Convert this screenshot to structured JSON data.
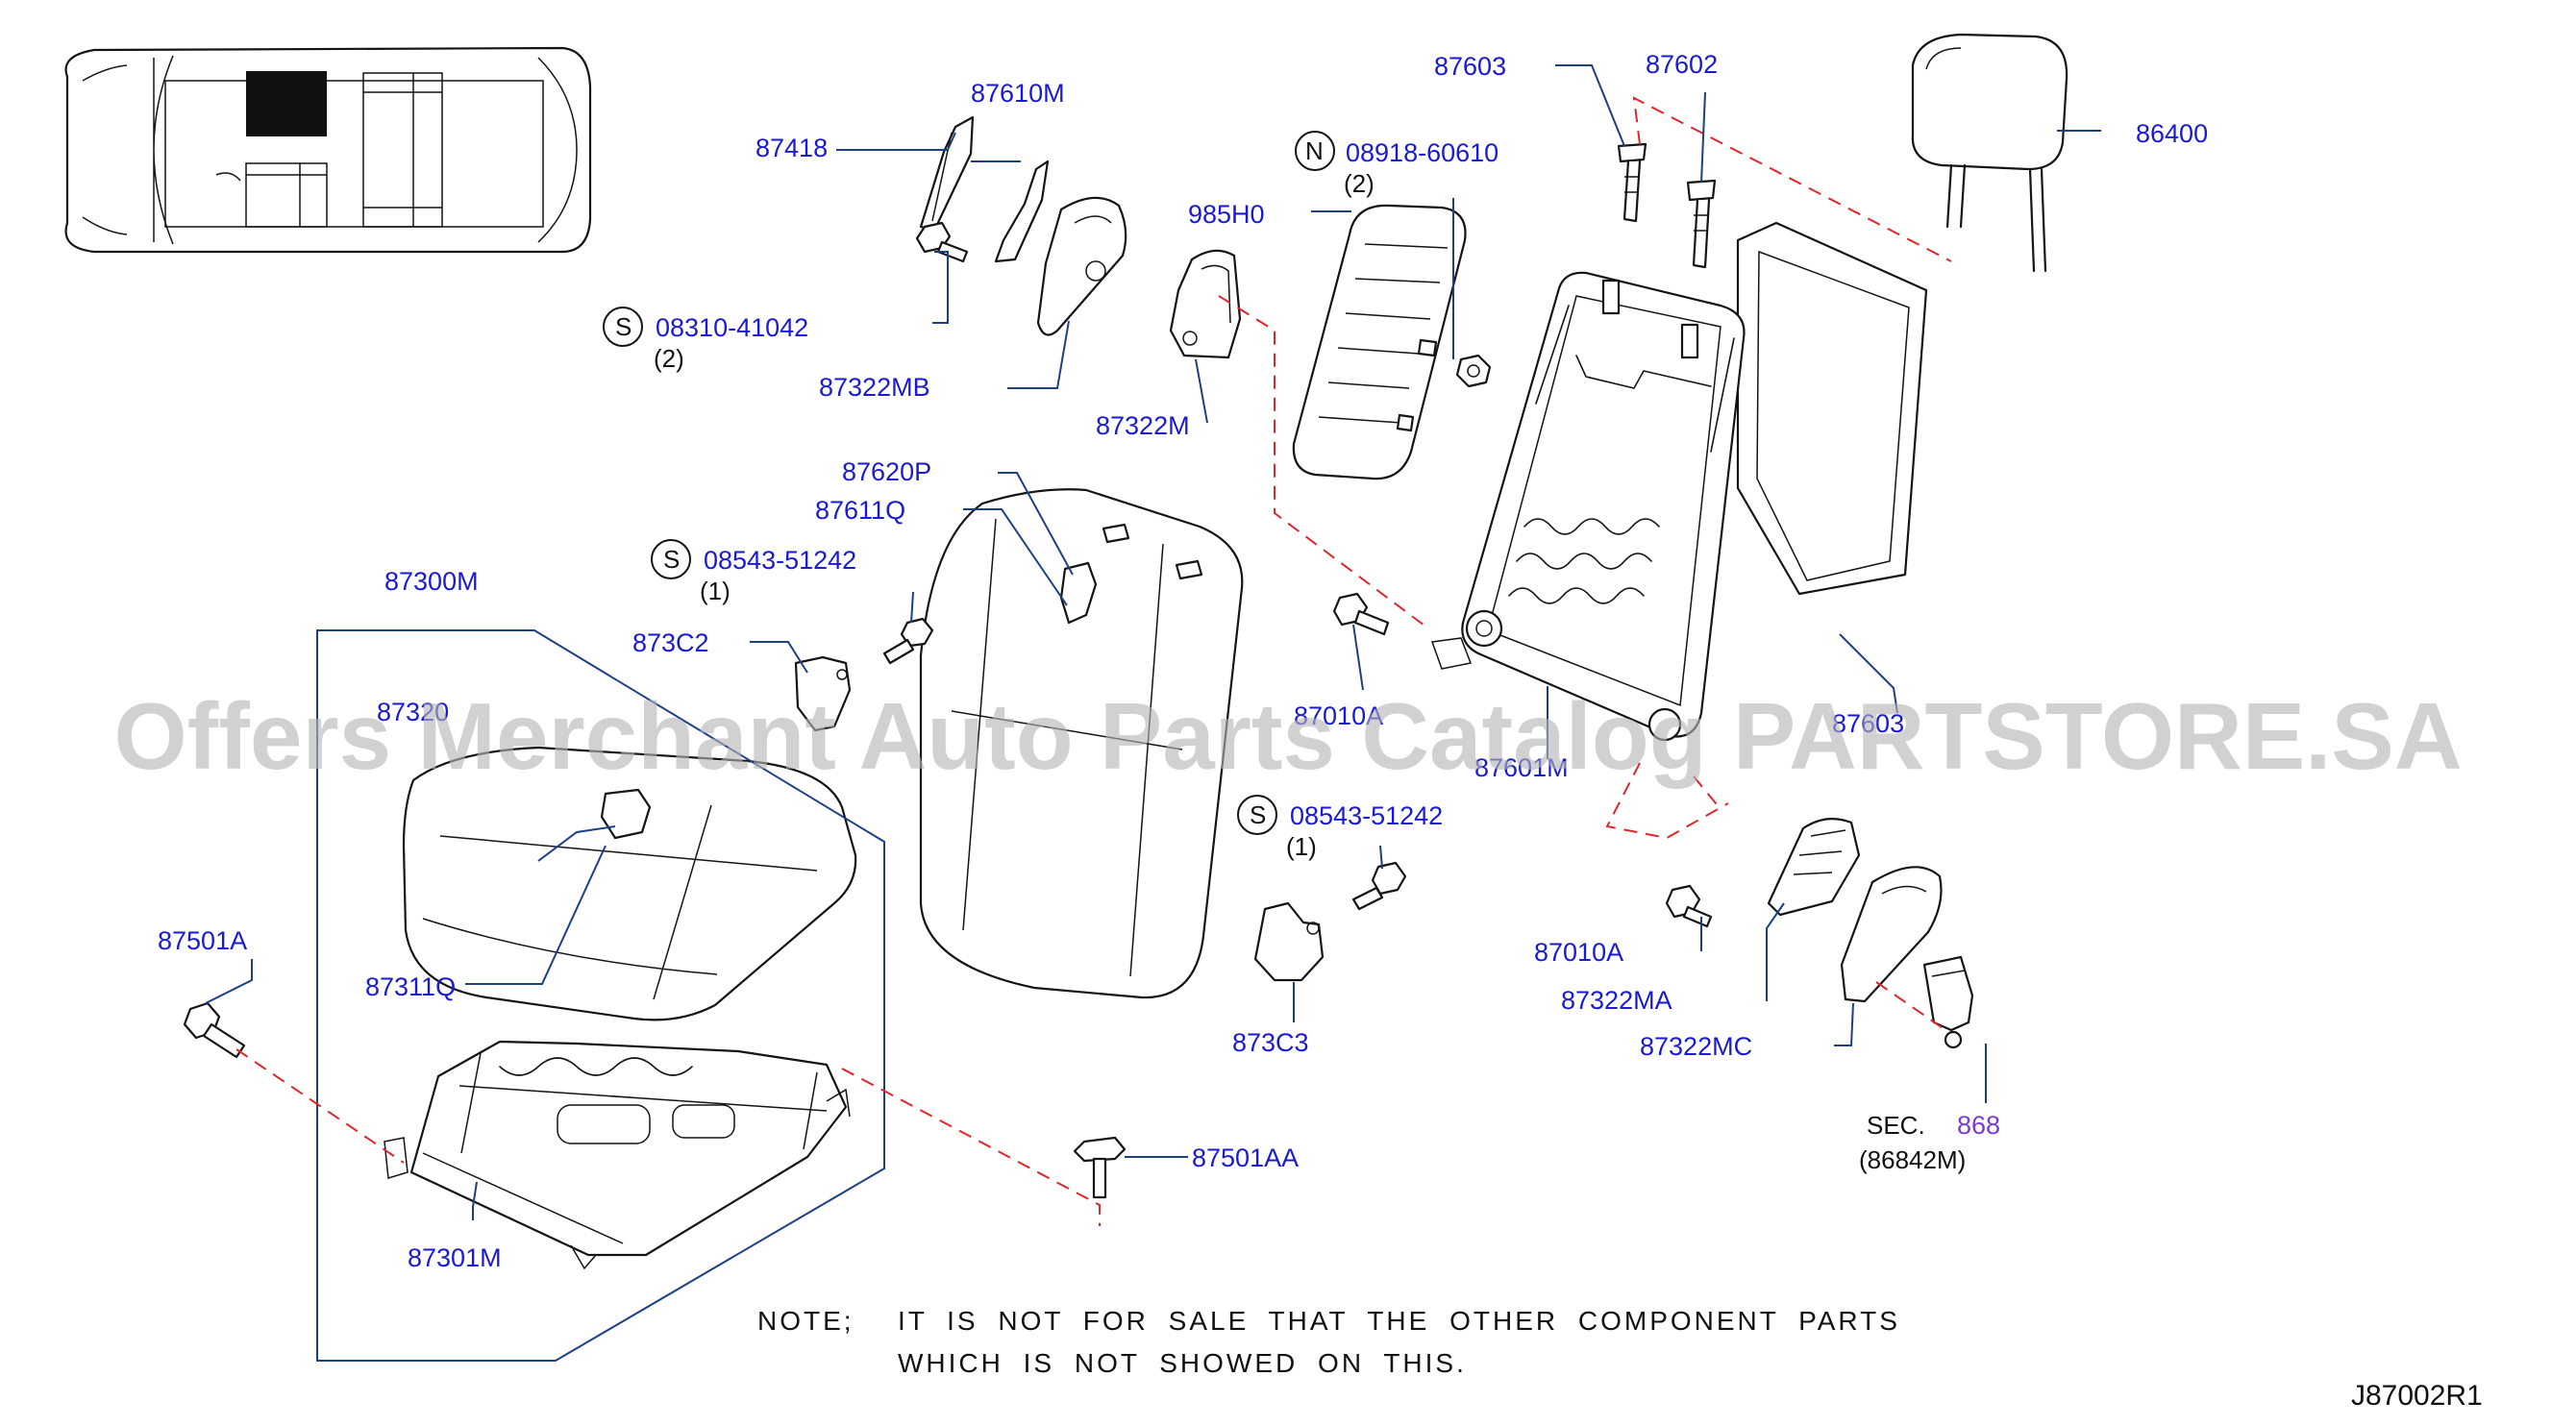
{
  "labels": {
    "p87610M": "87610M",
    "p87418": "87418",
    "bolt1_code": "08310-41042",
    "bolt1_qty": "(2)",
    "bolt1_prefix": "S",
    "p87322MB": "87322MB",
    "p87603": "87603",
    "p87602": "87602",
    "p86400": "86400",
    "nut_prefix": "N",
    "nut_code": "08918-60610",
    "nut_qty": "(2)",
    "p985H0": "985H0",
    "p87322M": "87322M",
    "p87620P": "87620P",
    "p87611Q": "87611Q",
    "bolt2_prefix": "S",
    "bolt2_code": "08543-51242",
    "bolt2_qty": "(1)",
    "p87300M": "87300M",
    "p873C2": "873C2",
    "p87320": "87320",
    "p87010A_top": "87010A",
    "p87601M": "87601M",
    "p87603_frame": "87603",
    "bolt3_prefix": "S",
    "bolt3_code": "08543-51242",
    "bolt3_qty": "(1)",
    "p87501A": "87501A",
    "p87311Q": "87311Q",
    "p873C3": "873C3",
    "p87010A_bot": "87010A",
    "p87322MA": "87322MA",
    "p87322MC": "87322MC",
    "sec_prefix": "SEC.",
    "sec_number": "868",
    "sec_ref": "(86842M)",
    "p87501AA": "87501AA",
    "p87301M": "87301M"
  },
  "note": {
    "head": "NOTE;",
    "line1": "IT IS NOT FOR SALE THAT THE OTHER COMPONENT PARTS",
    "line2": "WHICH IS NOT SHOWED ON THIS."
  },
  "diagram_id": "J87002R1",
  "watermark": "Offers Merchant Auto Parts Catalog PARTSTORE.SA",
  "colors": {
    "label": "#1a1ad6",
    "leader": "#1c3f86",
    "dashed": "#e0262a",
    "outline": "#141414",
    "watermark": "#b5b5b5"
  }
}
